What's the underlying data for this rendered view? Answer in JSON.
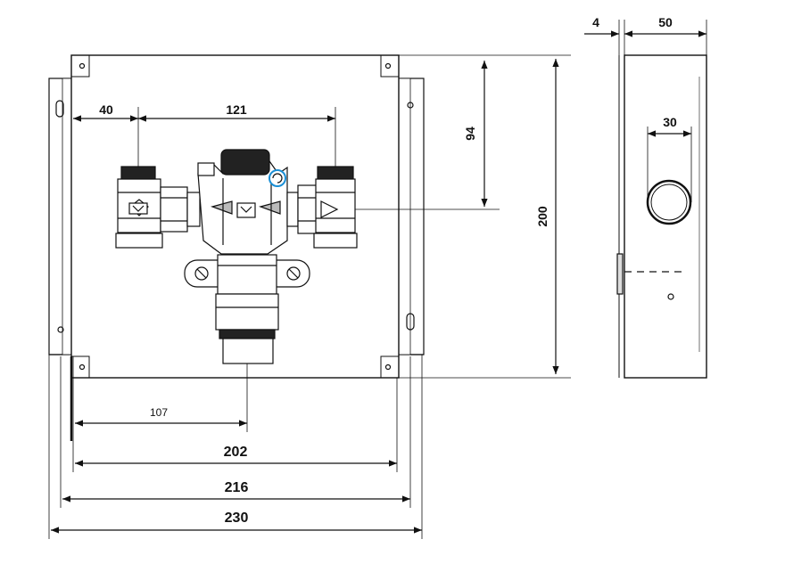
{
  "front_view": {
    "dimensions": {
      "d40": "40",
      "d121": "121",
      "d94": "94",
      "d200": "200",
      "d107": "107",
      "d202": "202",
      "d216": "216",
      "d230": "230"
    }
  },
  "side_view": {
    "dimensions": {
      "d4": "4",
      "d50": "50",
      "d30": "30"
    }
  },
  "colors": {
    "line": "#111111",
    "fill": "#ffffff",
    "shade": "#d9d9d9",
    "accent": "#1a8fd6"
  }
}
